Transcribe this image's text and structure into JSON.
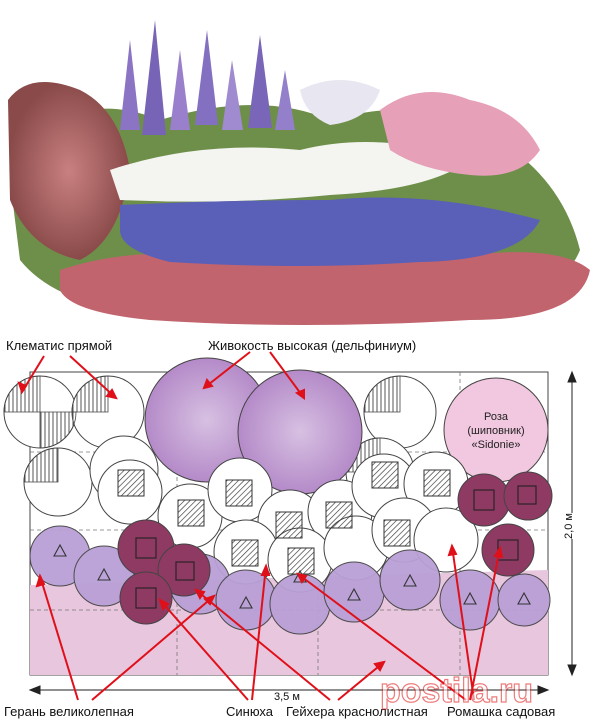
{
  "labels": {
    "clematis": "Клематис прямой",
    "delphinium": "Живокость высокая (дельфиниум)",
    "geranium": "Герань великолепная",
    "ajuga": "Синюха",
    "heuchera": "Гейхера краснолистная",
    "daisy": "Ромашка садовая",
    "rose_line1": "Роза",
    "rose_line2": "(шиповник)",
    "rose_line3": "«Sidonie»"
  },
  "dimensions": {
    "width": "3,5 м",
    "height": "2,0 м"
  },
  "watermark": "postila.ru",
  "colors": {
    "clematis_hatch": "#555555",
    "delphinium": "#b48ac8",
    "geranium": "#b9a0d6",
    "ajuga": "#9086c2",
    "heuchera": "#8f3a63",
    "ground_pink": "#e8c6dd",
    "rose": "#f1c8df",
    "leader": "#e0101a"
  },
  "icons": [
    "flower-illustration",
    "triangle-marker",
    "hatched-square-marker"
  ]
}
